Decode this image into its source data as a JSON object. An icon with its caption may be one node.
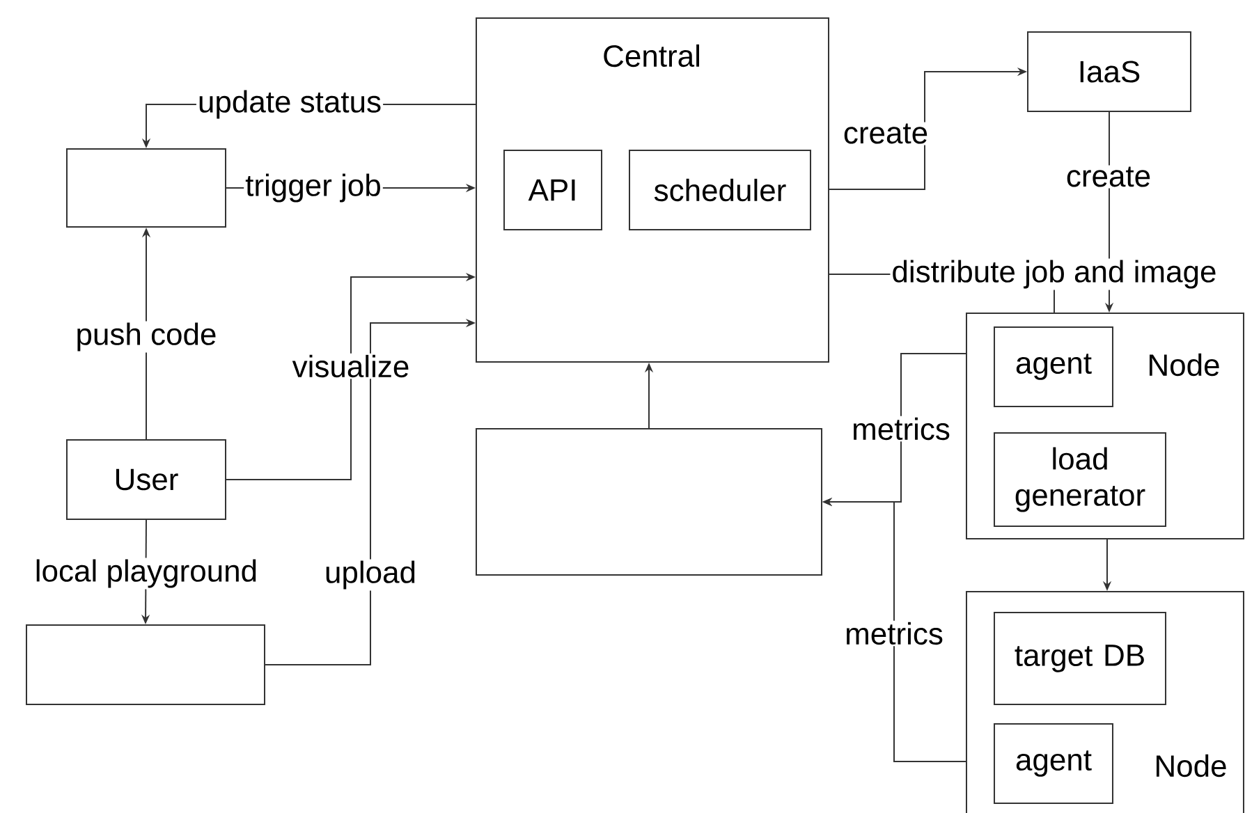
{
  "diagram": {
    "nodes": [
      {
        "text": [
          "Central"
        ]
      },
      {
        "text": [
          "API"
        ],
        "in": 0
      },
      {
        "text": [
          "scheduler"
        ],
        "in": 0
      },
      {
        "text": [
          "IaaS"
        ]
      },
      {
        "text": [],
        "shape": "box"
      },
      {
        "text": [
          "User"
        ]
      },
      {
        "text": [],
        "shape": "box"
      },
      {
        "text": [],
        "shape": "box"
      },
      {
        "text": [
          "Node"
        ]
      },
      {
        "text": [
          "agent"
        ],
        "in": 8
      },
      {
        "text": [
          "load generator"
        ],
        "in": 8
      },
      {
        "text": [
          "Node"
        ]
      },
      {
        "text": [
          "target DB"
        ],
        "in": 11
      },
      {
        "text": [
          "agent"
        ],
        "in": 11
      }
    ],
    "edges": [
      {
        "from": 0,
        "to": 4,
        "arrow": "to",
        "label": "update status"
      },
      {
        "from": 4,
        "to": 0,
        "arrow": "to",
        "label": "trigger job"
      },
      {
        "from": 5,
        "to": 4,
        "arrow": "to",
        "label": "push code"
      },
      {
        "from": 5,
        "to": 0,
        "arrow": "to",
        "label": "visualize"
      },
      {
        "from": 6,
        "to": 0,
        "arrow": "to",
        "label": "upload"
      },
      {
        "from": 5,
        "to": 6,
        "arrow": "to",
        "label": "local playground"
      },
      {
        "from": 0,
        "to": 3,
        "arrow": "to",
        "label": "create"
      },
      {
        "from": 3,
        "to": 8,
        "arrow": "to",
        "label": "create"
      },
      {
        "from": 0,
        "to": 8,
        "arrow": "none",
        "label": "distribute job and image"
      },
      {
        "from": 7,
        "to": 0,
        "arrow": "to"
      },
      {
        "from": 8,
        "to": 7,
        "arrow": "to",
        "label": "metrics"
      },
      {
        "from": 11,
        "to": 7,
        "arrow": "to",
        "label": "metrics"
      },
      {
        "from": 8,
        "to": 11,
        "arrow": "to"
      }
    ]
  }
}
